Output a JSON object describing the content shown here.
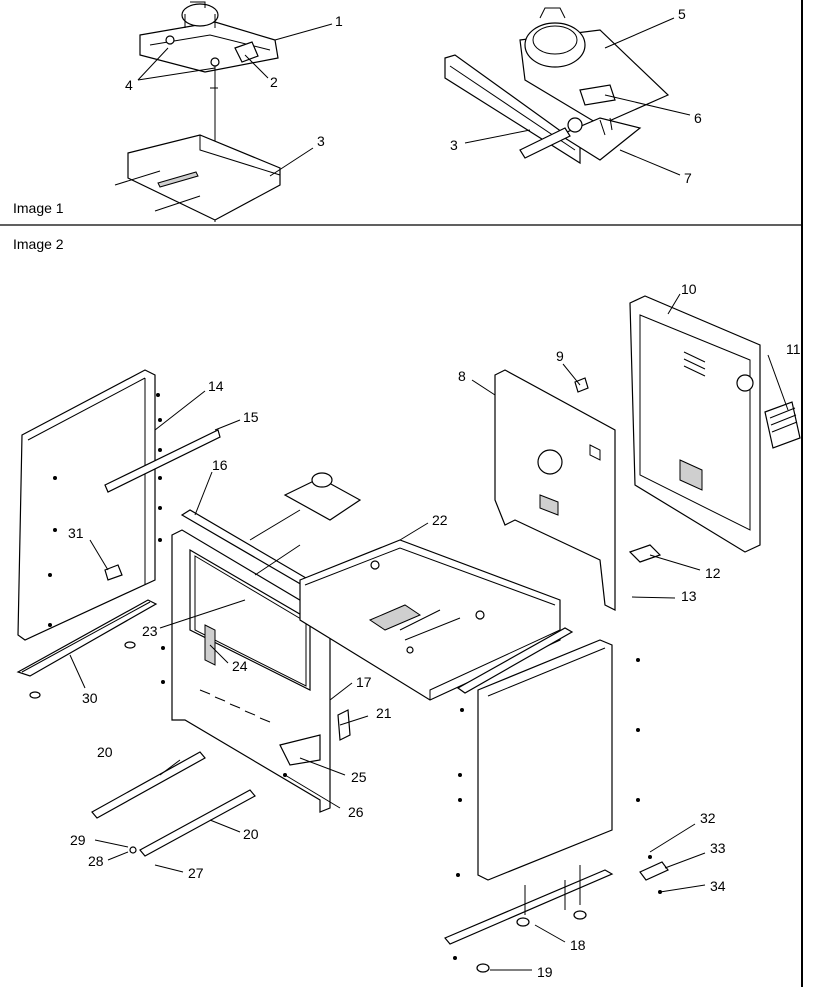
{
  "panels": [
    {
      "label": "Image 1"
    },
    {
      "label": "Image 2"
    }
  ],
  "callouts": [
    {
      "label": "1"
    },
    {
      "label": "2"
    },
    {
      "label": "3"
    },
    {
      "label": "4"
    },
    {
      "label": "5"
    },
    {
      "label": "6"
    },
    {
      "label": "3"
    },
    {
      "label": "7"
    },
    {
      "label": "10"
    },
    {
      "label": "11"
    },
    {
      "label": "9"
    },
    {
      "label": "8"
    },
    {
      "label": "14"
    },
    {
      "label": "15"
    },
    {
      "label": "16"
    },
    {
      "label": "22"
    },
    {
      "label": "31"
    },
    {
      "label": "12"
    },
    {
      "label": "13"
    },
    {
      "label": "23"
    },
    {
      "label": "24"
    },
    {
      "label": "30"
    },
    {
      "label": "17"
    },
    {
      "label": "21"
    },
    {
      "label": "20"
    },
    {
      "label": "25"
    },
    {
      "label": "26"
    },
    {
      "label": "20"
    },
    {
      "label": "29"
    },
    {
      "label": "28"
    },
    {
      "label": "27"
    },
    {
      "label": "32"
    },
    {
      "label": "33"
    },
    {
      "label": "34"
    },
    {
      "label": "18"
    },
    {
      "label": "19"
    }
  ]
}
